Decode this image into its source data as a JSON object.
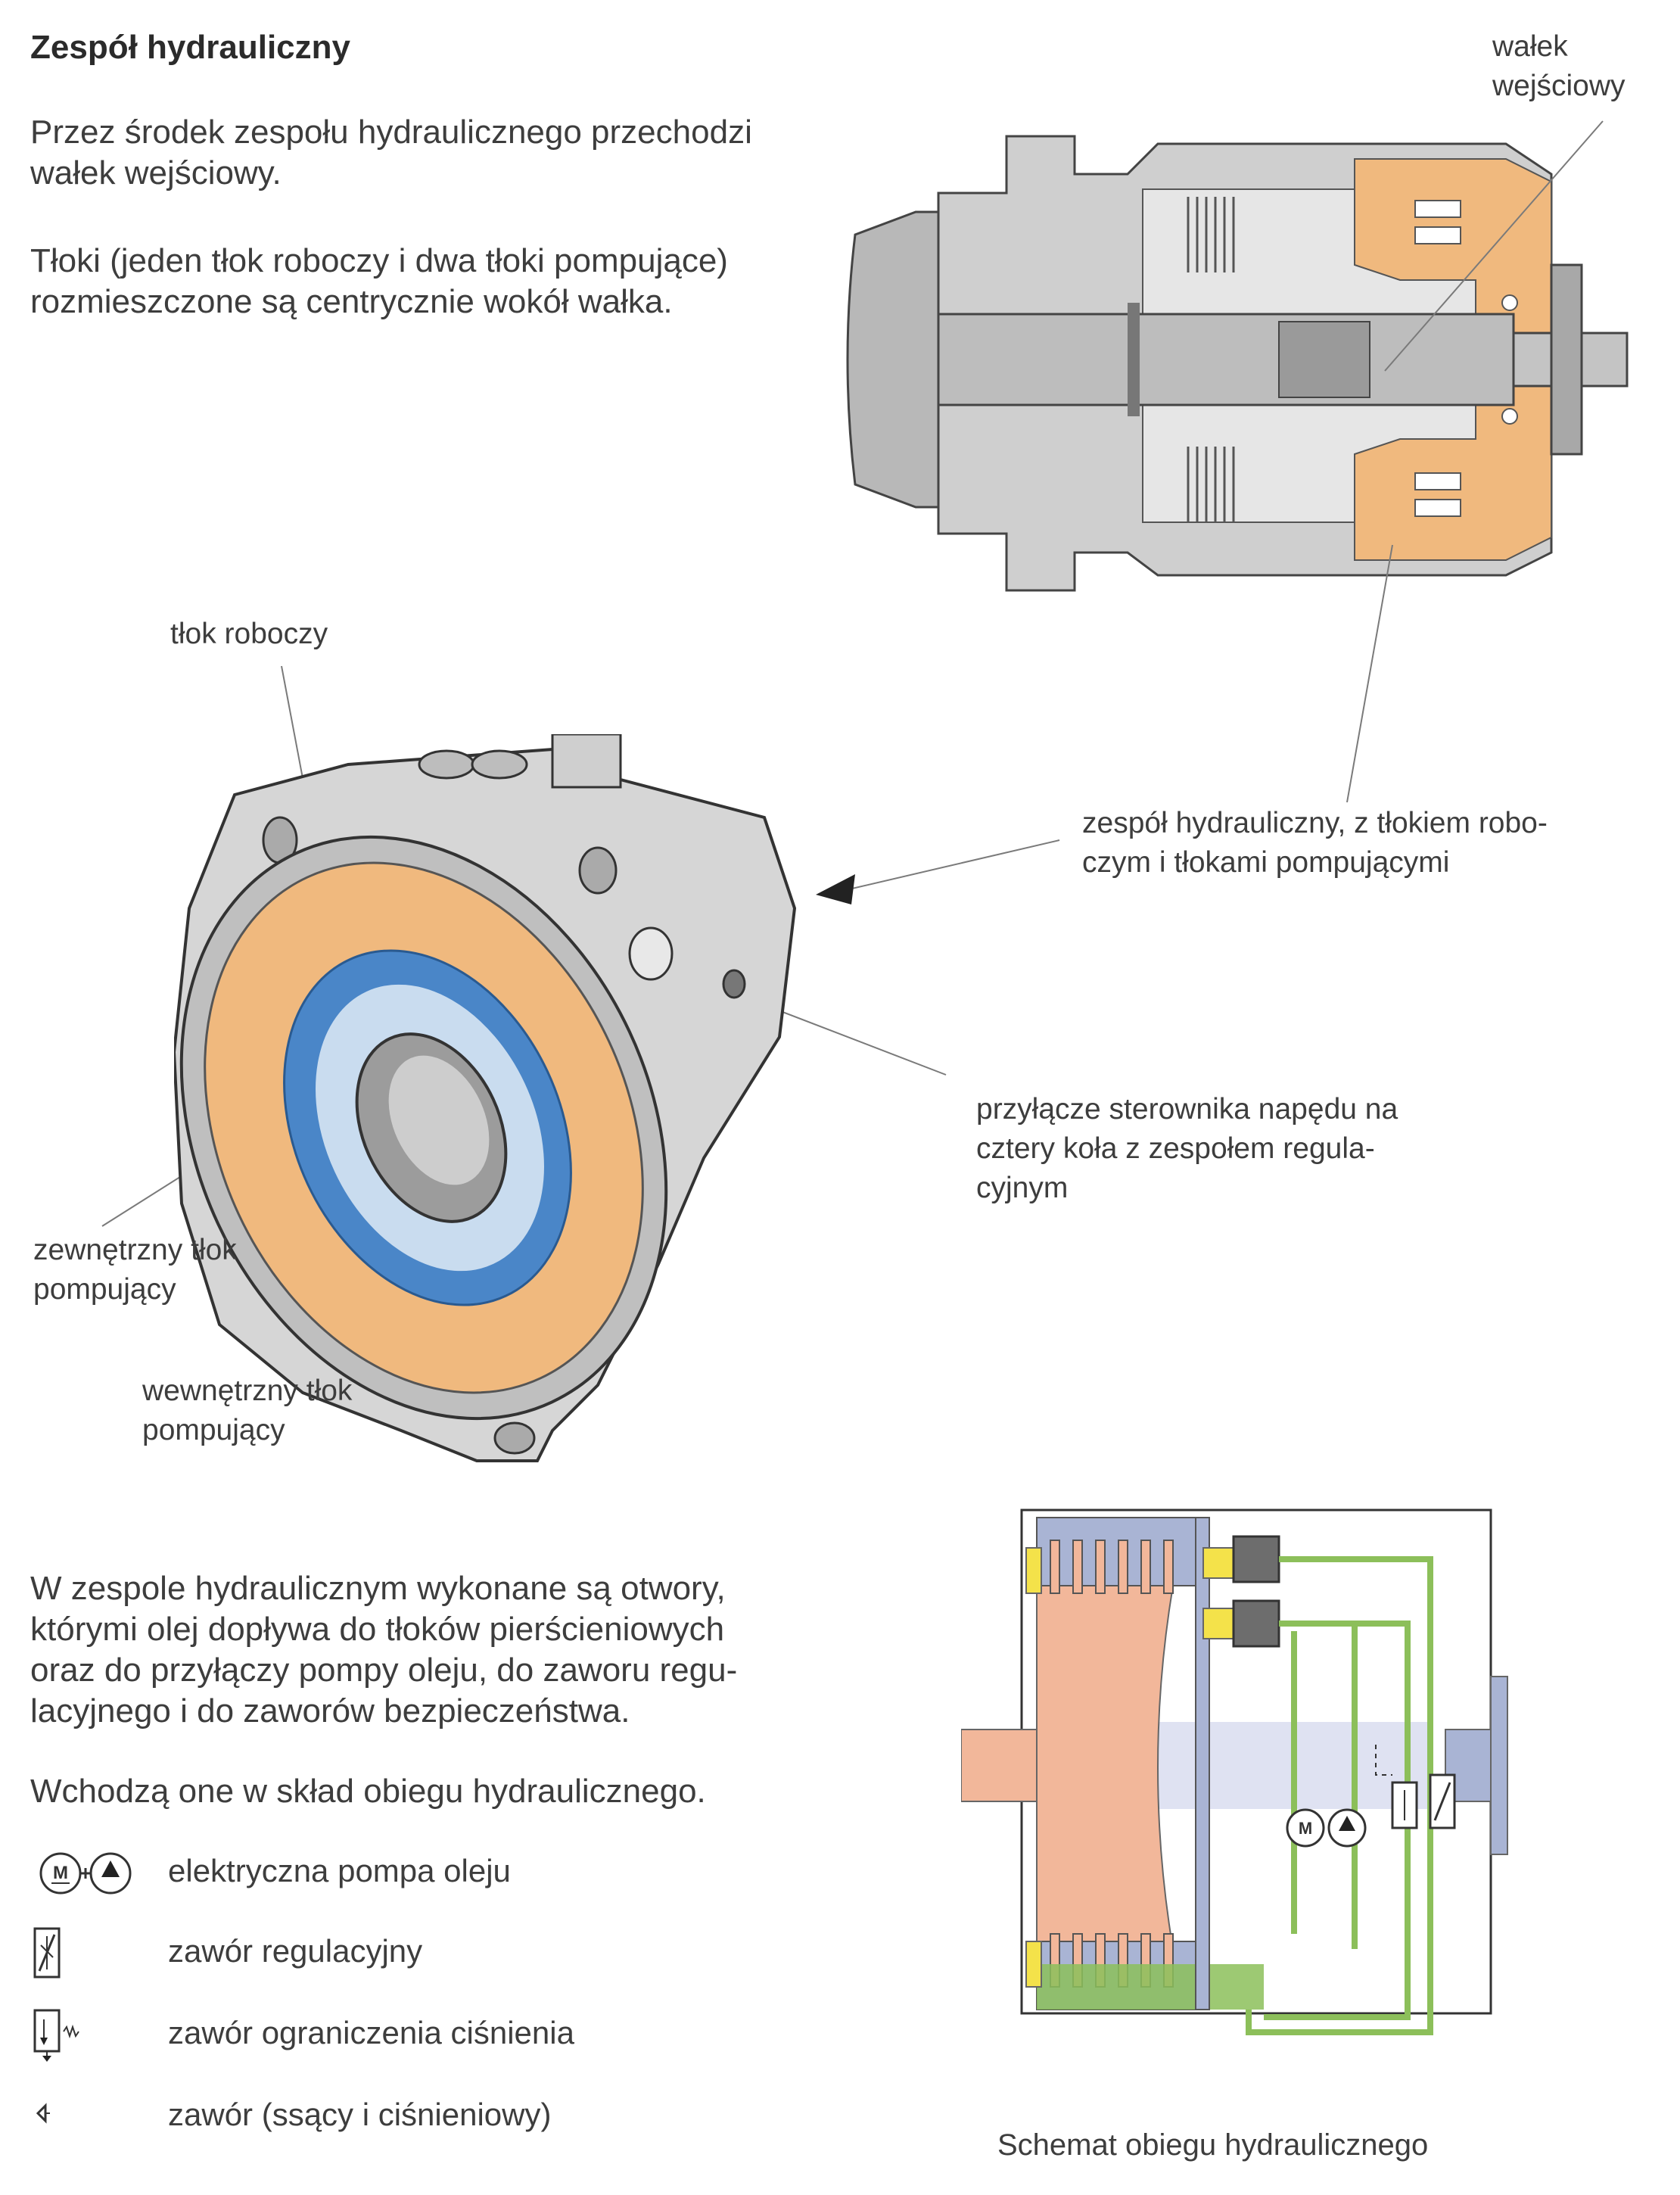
{
  "page": {
    "title": "Zespół hydrauliczny",
    "para1": [
      "Przez środek zespołu hydraulicznego przechodzi",
      "wałek wejściowy."
    ],
    "para2": [
      "Tłoki (jeden tłok roboczy i dwa tłoki pompujące)",
      "rozmieszczone są centrycznie wokół wałka."
    ],
    "para3": [
      "W zespole hydraulicznym wykonane są otwory,",
      "którymi olej dopływa do tłoków pierścieniowych",
      "oraz do przyłączy pompy oleju, do zaworu regu-",
      "lacyjnego i do zaworów bezpieczeństwa."
    ],
    "para4": "Wchodzą one w skład obiegu hydraulicznego."
  },
  "labels": {
    "input_shaft": [
      "wałek",
      "wejściowy"
    ],
    "working_piston": "tłok roboczy",
    "hydraulic_unit": [
      "zespół hydrauliczny, z tłokiem robo-",
      "czym i tłokami pompującymi"
    ],
    "controller_connector": [
      "przyłącze sterownika napędu na",
      "cztery koła z zespołem regula-",
      "cyjnym"
    ],
    "outer_pump_piston": [
      "zewnętrzny tłok",
      "pompujący"
    ],
    "inner_pump_piston": [
      "wewnętrzny tłok",
      "pompujący"
    ]
  },
  "legend": [
    {
      "icon": "electric-pump-icon",
      "text": "elektryczna pompa oleju"
    },
    {
      "icon": "control-valve-icon",
      "text": "zawór regulacyjny"
    },
    {
      "icon": "pressure-relief-valve-icon",
      "text": "zawór ograniczenia ciśnienia"
    },
    {
      "icon": "check-valve-icon",
      "text": "zawór (ssący i ciśnieniowy)"
    }
  ],
  "caption": "Schemat obiegu hydraulicznego",
  "colors": {
    "orange": "#f0b97e",
    "salmon": "#f2b79a",
    "blue": "#4a86c8",
    "light_blue": "#c9dcef",
    "lavender": "#a9b4d4",
    "green": "#8cbf5a",
    "yellow": "#f4e24a",
    "metal": "#c9c9c9",
    "dark_metal": "#6d6d6d"
  }
}
